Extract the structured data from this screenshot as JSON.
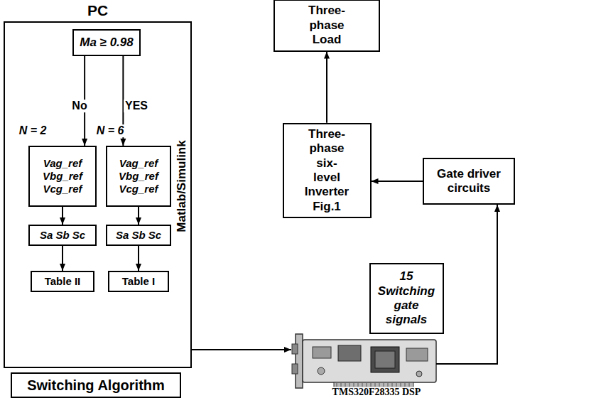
{
  "diagram": {
    "nodes": [
      {
        "text": [
          "PC"
        ]
      },
      {
        "text": [
          "Ma ≥ 0.98"
        ],
        "in": 0
      },
      {
        "text": [
          "Vag_ref Vbg_ref Vcg_ref"
        ],
        "in": 0
      },
      {
        "text": [
          "Vag_ref Vbg_ref Vcg_ref"
        ],
        "in": 0
      },
      {
        "text": [
          "Sa Sb Sc"
        ],
        "in": 0
      },
      {
        "text": [
          "Sa Sb Sc"
        ],
        "in": 0
      },
      {
        "text": [
          "Table II"
        ],
        "in": 0
      },
      {
        "text": [
          "Table I"
        ],
        "in": 0
      },
      {
        "text": [
          "Switching Algorithm"
        ]
      },
      {
        "text": [
          "Three-phase Load"
        ]
      },
      {
        "text": [
          "Three-phase six-level Inverter Fig.1"
        ]
      },
      {
        "text": [
          "Gate driver circuits"
        ]
      },
      {
        "text": [
          "15 Switching gate signals"
        ]
      }
    ],
    "edges": [
      {
        "from": 1,
        "to": 2,
        "arrow": "to"
      },
      {
        "from": 1,
        "to": 3,
        "arrow": "to"
      },
      {
        "from": 2,
        "to": 4,
        "arrow": "to"
      },
      {
        "from": 3,
        "to": 5,
        "arrow": "to"
      },
      {
        "from": 4,
        "to": 6,
        "arrow": "to"
      },
      {
        "from": 5,
        "to": 7,
        "arrow": "to"
      },
      {
        "from": 11,
        "to": 10,
        "arrow": "to"
      },
      {
        "from": 10,
        "to": 9,
        "arrow": "to"
      }
    ],
    "labels": [
      "Matlab/Simulink",
      "No",
      "YES",
      "N = 2",
      "N = 6",
      "TMS320F28335 DSP"
    ]
  }
}
